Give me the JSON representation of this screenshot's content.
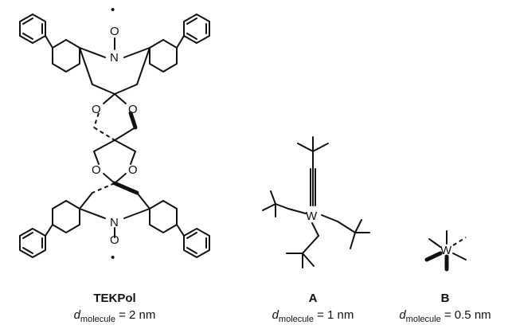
{
  "molecules": [
    {
      "id": "tekpol",
      "name": "TEKPol",
      "d_symbol": "d",
      "d_subscript": "molecule",
      "d_value": "= 2 nm"
    },
    {
      "id": "a",
      "name": "A",
      "d_symbol": "d",
      "d_subscript": "molecule",
      "d_value": "= 1 nm"
    },
    {
      "id": "b",
      "name": "B",
      "d_symbol": "d",
      "d_subscript": "molecule",
      "d_value": "= 0.5 nm"
    }
  ],
  "atoms": {
    "nitrogen": "N",
    "oxygen": "O",
    "tungsten": "W",
    "radical": "•"
  }
}
